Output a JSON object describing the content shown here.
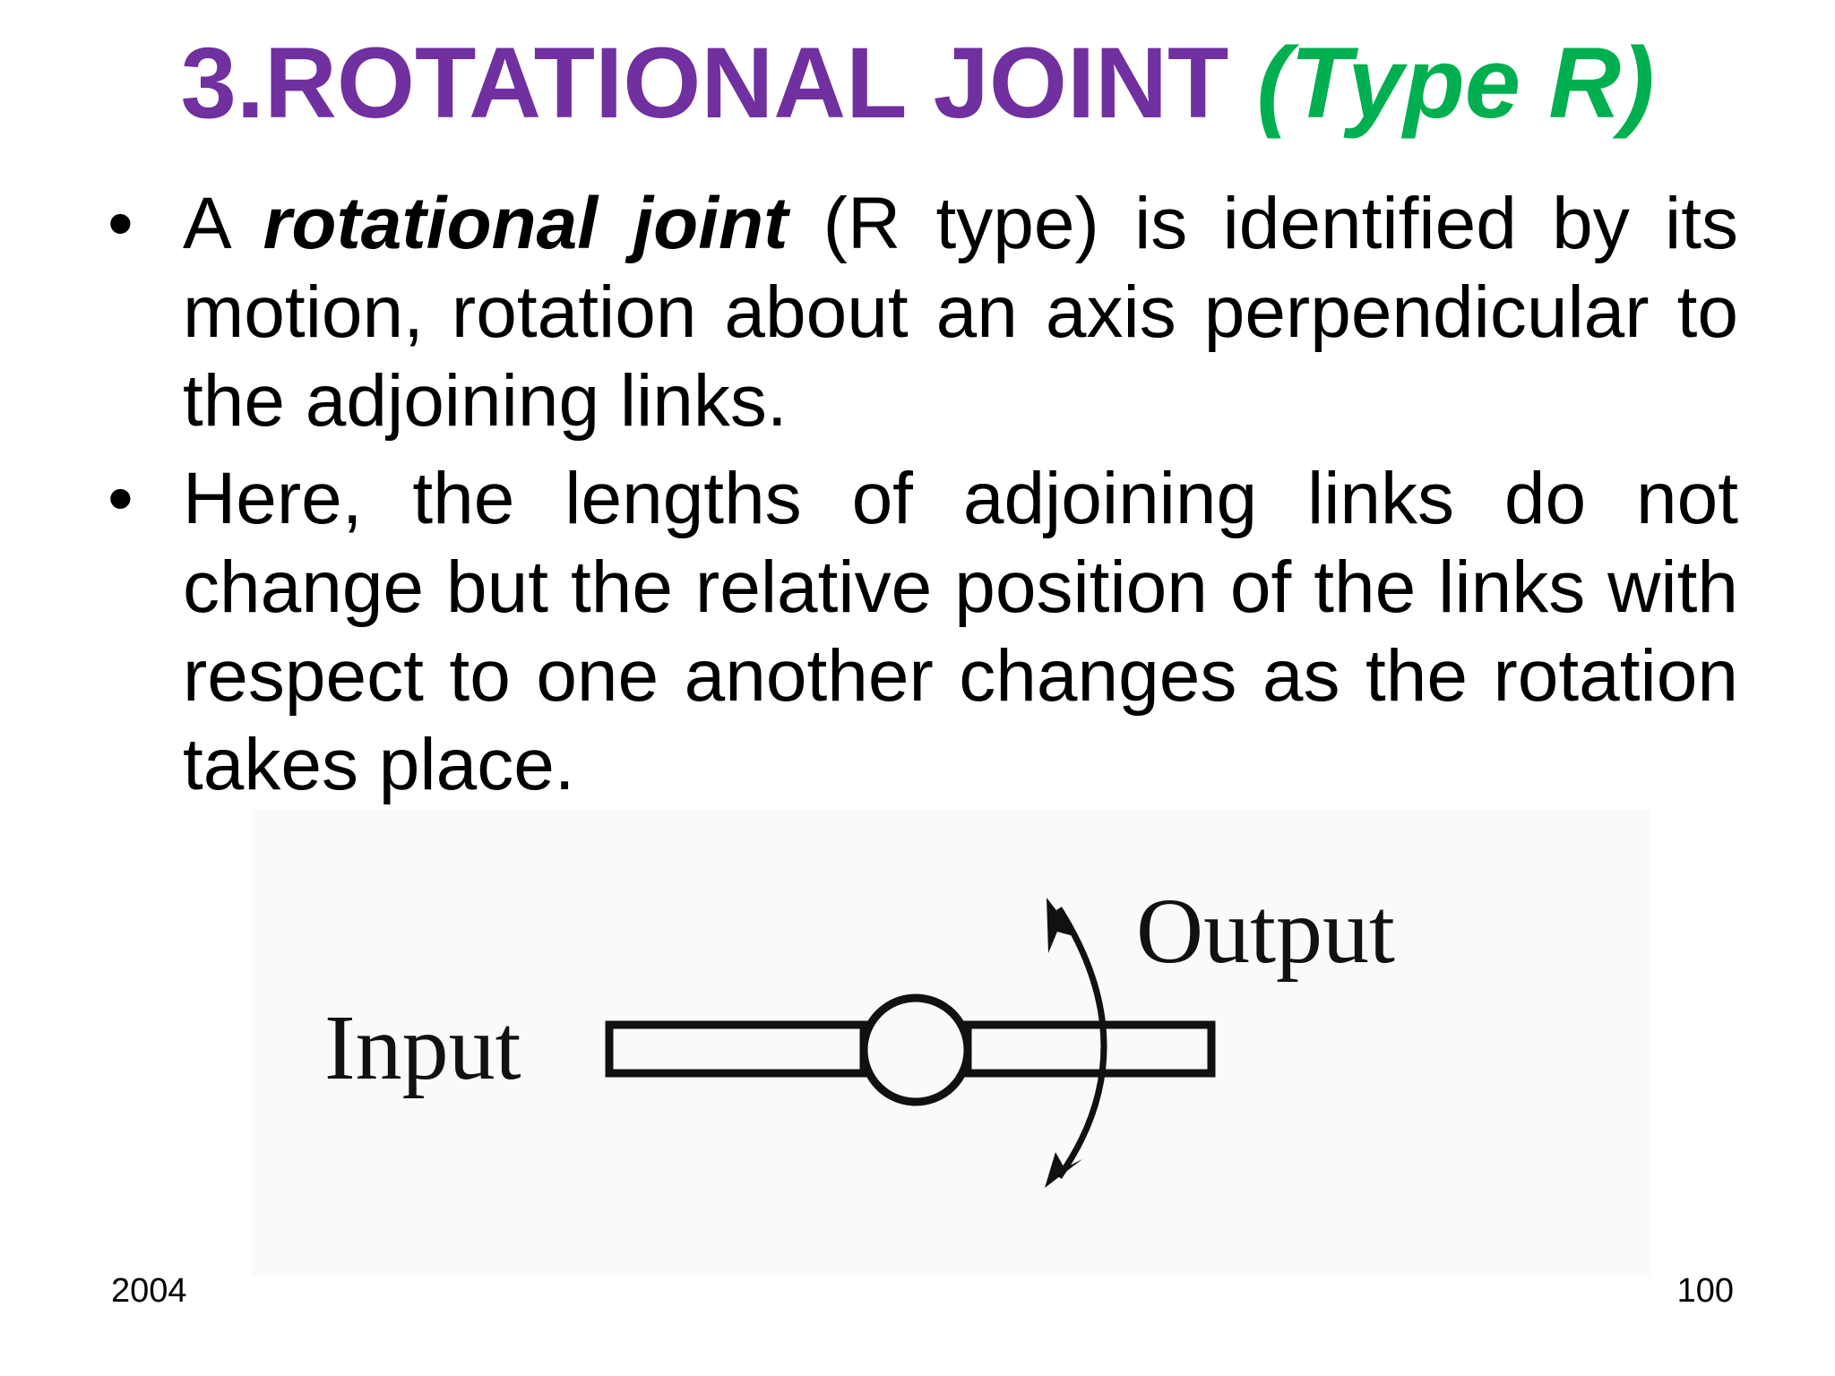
{
  "title": {
    "main": "3.ROTATIONAL JOINT",
    "type": "(Type R)"
  },
  "bullets": [
    {
      "prefix": "A ",
      "emphasis": "rotational joint",
      "text": " (R type) is identified by its motion, rotation about an axis perpendicular to the adjoining links."
    },
    {
      "text": "Here, the lengths of adjoining links do not change but the relative position of the links with respect to one another changes as the rotation takes place."
    }
  ],
  "bullet_symbol": "•",
  "diagram": {
    "input_label": "Input",
    "output_label": "Output"
  },
  "footer": {
    "left": "2004",
    "right": "100"
  },
  "colors": {
    "title_main": "#7030a0",
    "title_type": "#00b050"
  }
}
